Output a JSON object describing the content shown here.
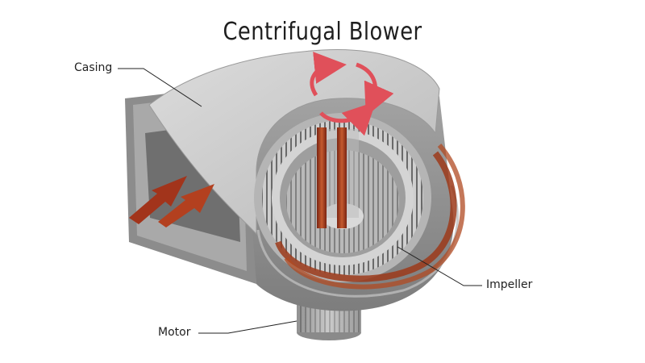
{
  "title": "Centrifugal Blower",
  "labels": {
    "casing": "Casing",
    "impeller": "Impeller",
    "motor": "Motor"
  },
  "colors": {
    "casing": "#c7c7c7",
    "casing_dark": "#8f8f8f",
    "airflow": "#b8381f",
    "rotation_arrow": "#e0505a",
    "background": "#ffffff"
  }
}
